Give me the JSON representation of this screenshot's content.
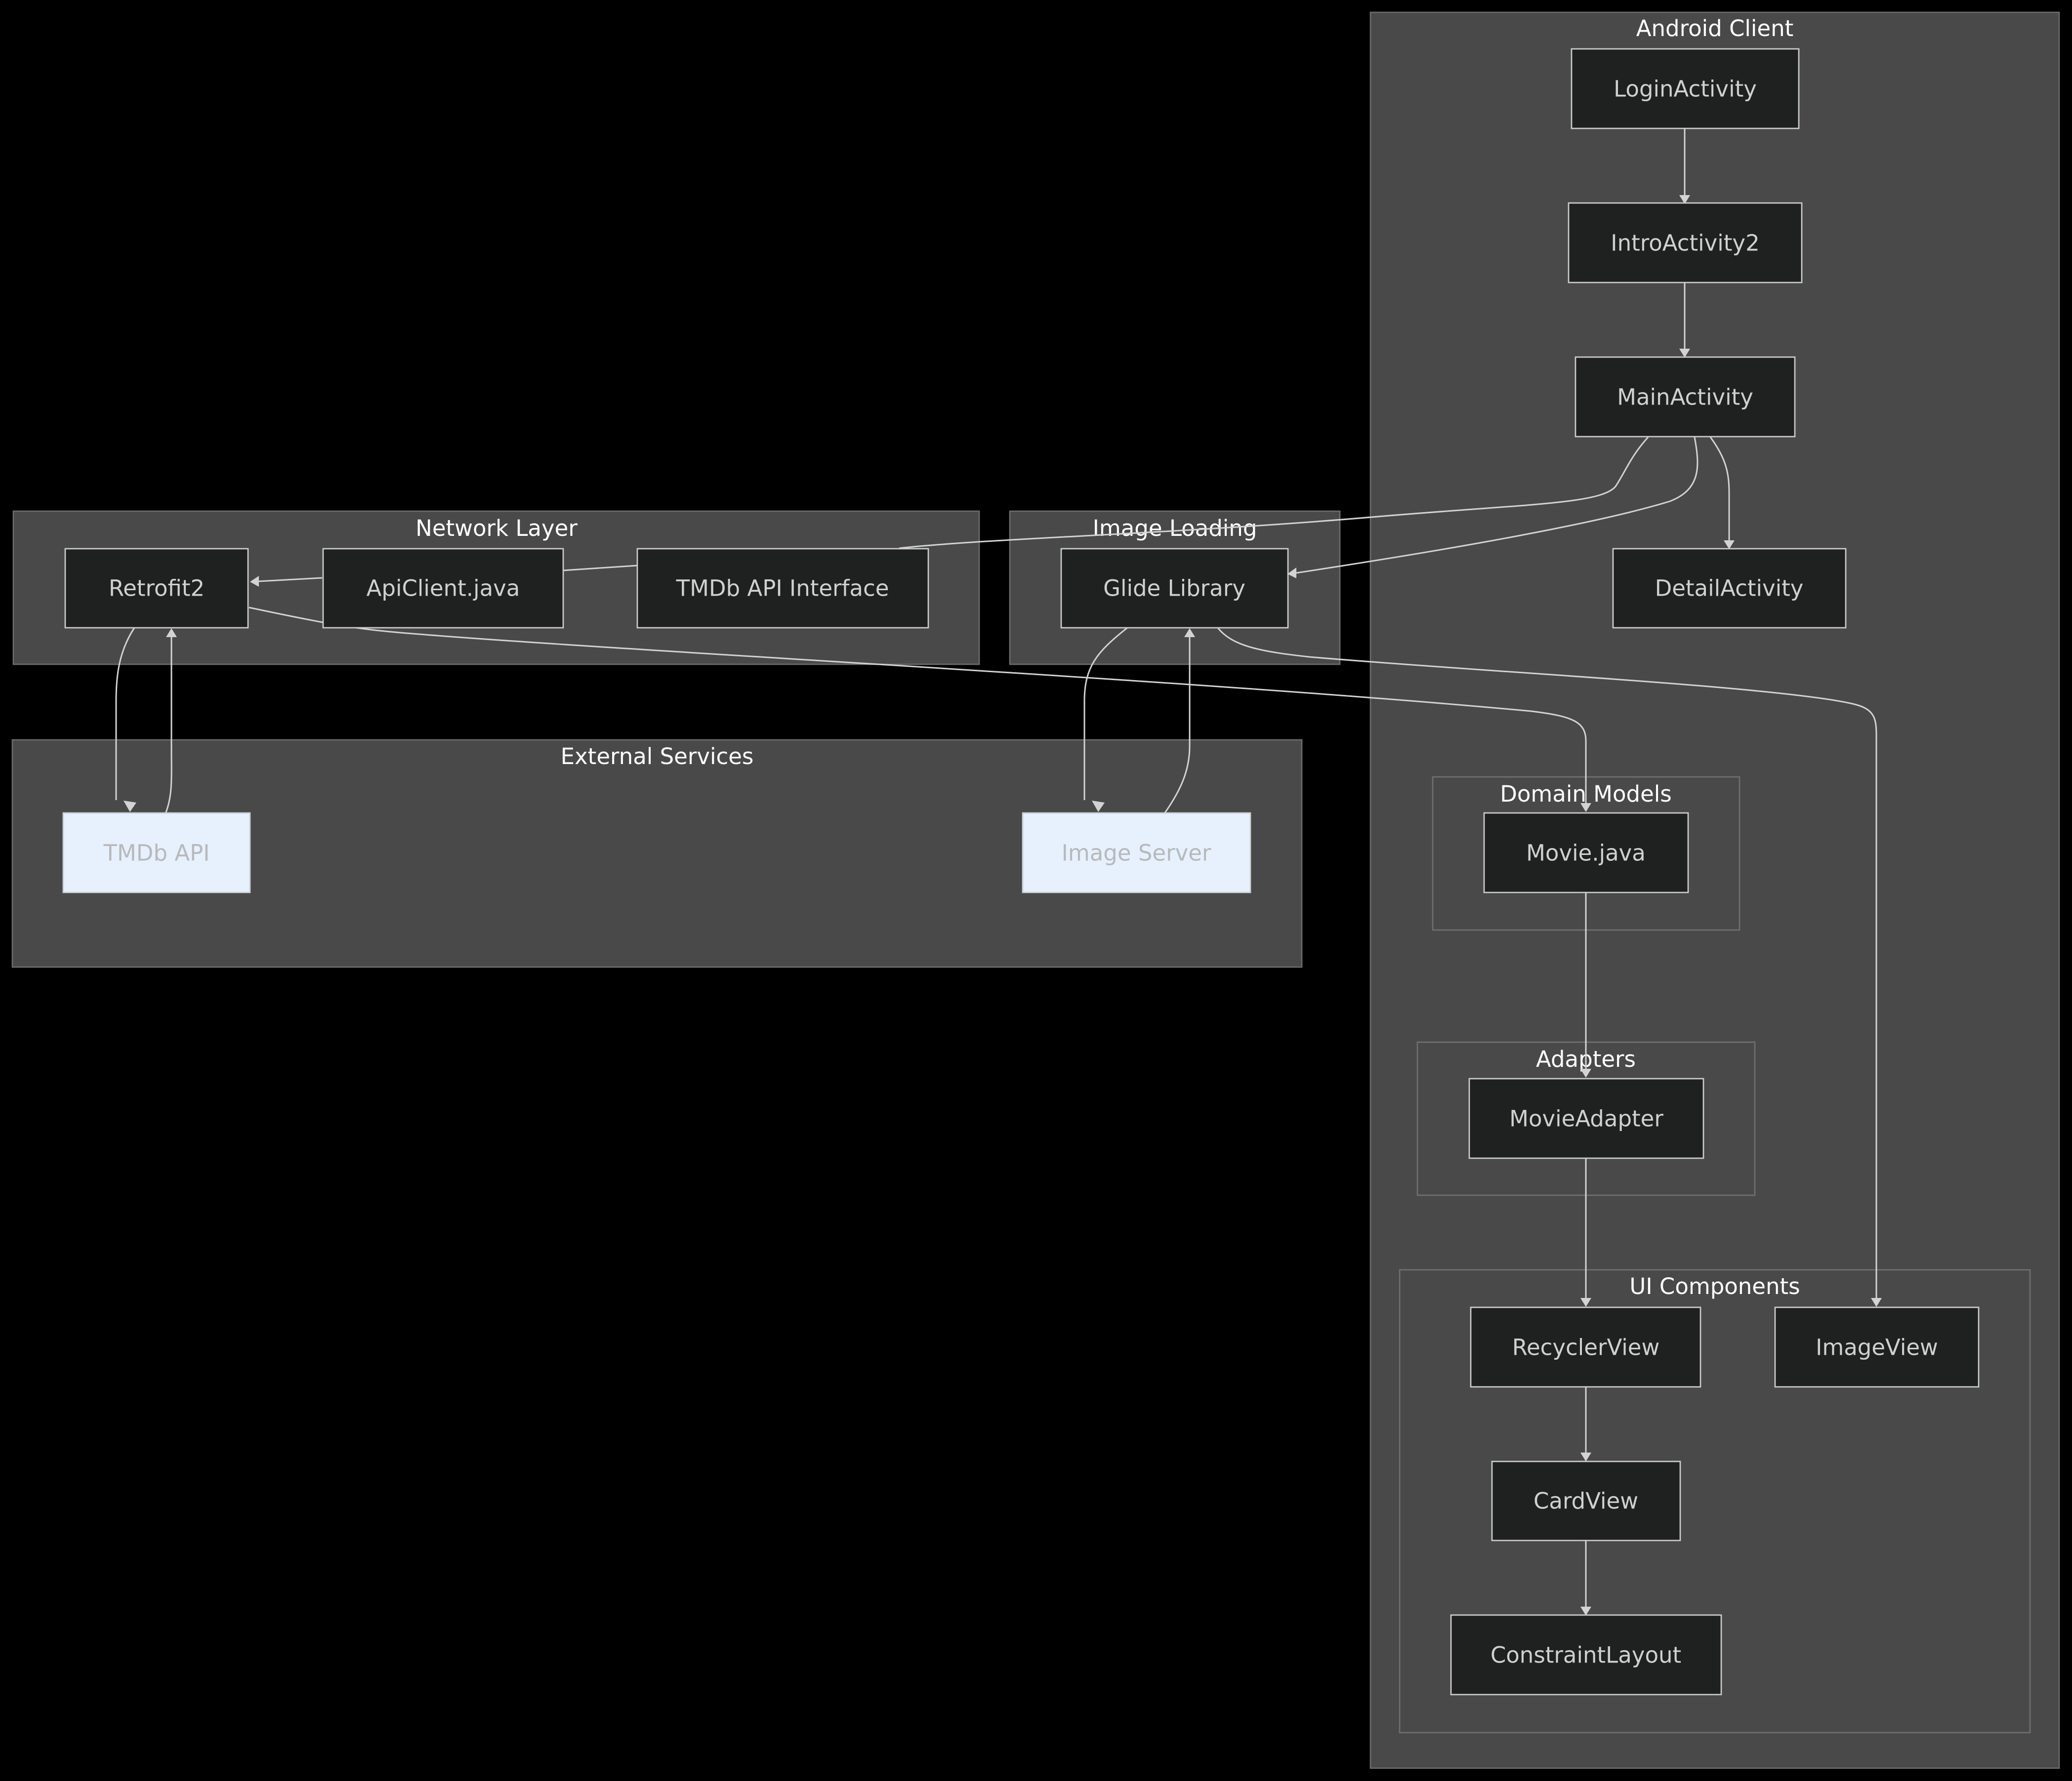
{
  "clusters": {
    "android_client": "Android Client",
    "network_layer": "Network Layer",
    "image_loading": "Image Loading",
    "external_services": "External Services",
    "domain_models": "Domain Models",
    "adapters": "Adapters",
    "ui_components": "UI Components"
  },
  "nodes": {
    "login_activity": "LoginActivity",
    "intro_activity2": "IntroActivity2",
    "main_activity": "MainActivity",
    "detail_activity": "DetailActivity",
    "retrofit2": "Retrofit2",
    "api_client": "ApiClient.java",
    "tmdb_api_interface": "TMDb API Interface",
    "glide_library": "Glide Library",
    "tmdb_api": "TMDb API",
    "image_server": "Image Server",
    "movie_java": "Movie.java",
    "movie_adapter": "MovieAdapter",
    "recycler_view": "RecyclerView",
    "image_view": "ImageView",
    "card_view": "CardView",
    "constraint_layout": "ConstraintLayout"
  },
  "colors": {
    "background": "#000000",
    "cluster_fill": "#484948",
    "node_fill": "#1f2020",
    "external_node_fill": "#e6f1fd",
    "edge": "#d3d3d3"
  }
}
